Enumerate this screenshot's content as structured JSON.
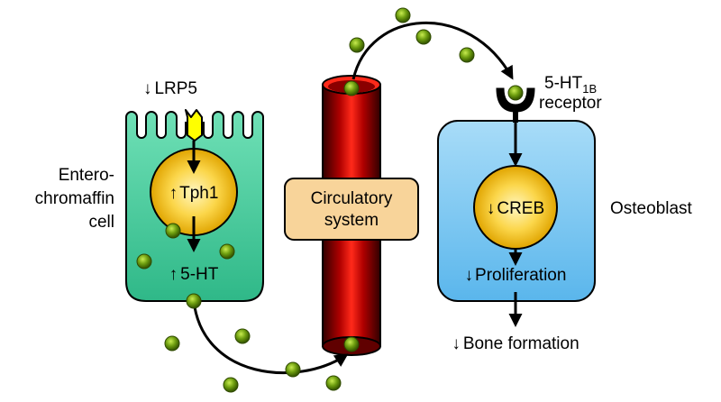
{
  "labels": {
    "lrp5": "LRP5",
    "lrp5_arrow": "↓",
    "ec_line1": "Entero-",
    "ec_line2": "chromaffin",
    "ec_line3": "cell",
    "tph1": "Tph1",
    "tph1_arrow": "↑",
    "serotonin": "5-HT",
    "serotonin_arrow": "↑",
    "circ_line1": "Circulatory",
    "circ_line2": "system",
    "receptor_main": "5-HT",
    "receptor_sub": "1B",
    "receptor_word": "receptor",
    "creb": "CREB",
    "creb_arrow": "↓",
    "osteoblast": "Osteoblast",
    "proliferation": "Proliferation",
    "proliferation_arrow": "↓",
    "bone_formation": "Bone formation",
    "bone_formation_arrow": "↓"
  },
  "colors": {
    "ec_cell_fill": "#4ccfa0",
    "osteoblast_fill": "#7cc8f0",
    "nucleus_fill": "#f7c320",
    "vessel_fill": "#cc1010",
    "circ_box_fill": "#f8d49a",
    "serotonin_particle": "#6b9e10",
    "lrp5_fill": "#ffff00"
  }
}
